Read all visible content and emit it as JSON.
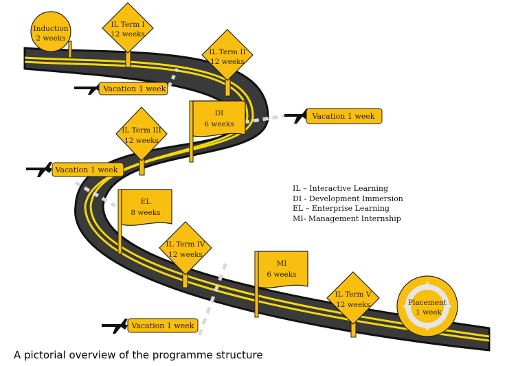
{
  "signs": {
    "induction": {
      "line1": "Induction",
      "line2": "2 weeks"
    },
    "il_term_1": {
      "line1": "IL Term I",
      "line2": "12 weeks"
    },
    "il_term_2": {
      "line1": "IL Term II",
      "line2": "12 weeks"
    },
    "il_term_3": {
      "line1": "IL Term III",
      "line2": "12 weeks"
    },
    "il_term_4": {
      "line1": "IL Term IV",
      "line2": "12 weeks"
    },
    "il_term_5": {
      "line1": "IL Term V",
      "line2": "12 weeks"
    },
    "di": {
      "line1": "DI",
      "line2": "6 weeks"
    },
    "el": {
      "line1": "EL",
      "line2": "8 weeks"
    },
    "mi": {
      "line1": "MI",
      "line2": "6 weeks"
    },
    "placement": {
      "line1": "Placement",
      "line2": "1 week"
    }
  },
  "vacations": {
    "v1": "Vacation 1 week",
    "v2": "Vacation 1 week",
    "v3": "Vacation 1 week",
    "v4": "Vacation 1 week"
  },
  "legend": {
    "il": "IL – Interactive Learning",
    "di": "DI - Development Immersion",
    "el": "EL – Enterprise Learning",
    "mi": "MI- Management Internship"
  },
  "caption": "A pictorial overview of the programme structure",
  "colors": {
    "road": "#3a3a3a",
    "road_edge": "#111111",
    "lane_line": "#f5d90a",
    "sign_fill": "#f9bf10",
    "sign_stroke": "#222222",
    "dash": "#d9d9d9"
  }
}
